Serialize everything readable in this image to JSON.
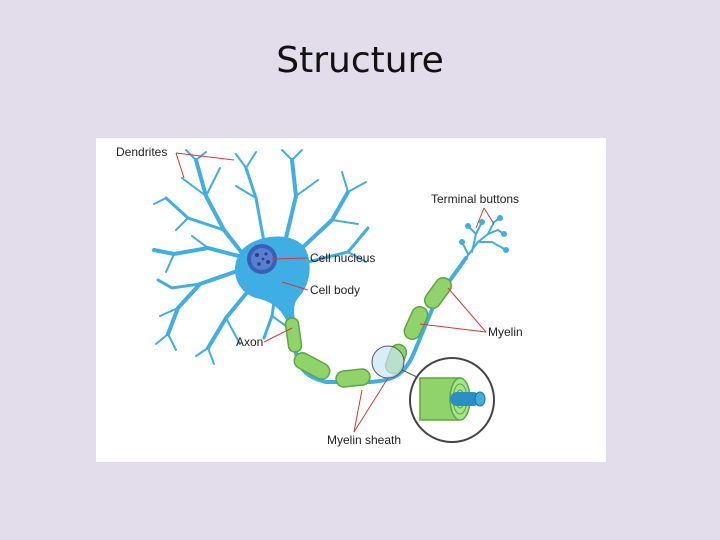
{
  "slide": {
    "title": "Structure"
  },
  "diagram": {
    "labels": {
      "dendrites": "Dendrites",
      "terminal_buttons": "Terminal buttons",
      "cell_nucleus": "Cell nucleus",
      "cell_body": "Cell body",
      "myelin": "Myelin",
      "axon": "Axon",
      "myelin_sheath": "Myelin sheath"
    },
    "colors": {
      "neuron": "#3eaee4",
      "neuron_dark": "#2a8fc7",
      "myelin": "#8fd36a",
      "myelin_edge": "#5aa83e",
      "nucleus": "#3a5fb8",
      "leader_line": "#d43a3a"
    }
  }
}
